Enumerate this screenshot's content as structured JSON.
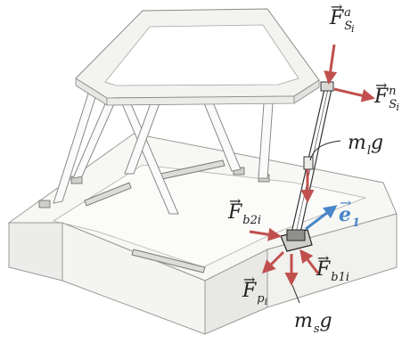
{
  "colors": {
    "force_arrow": "#c0504d",
    "unit_vector": "#4a86c8",
    "frame_fill": "#f3f3f0",
    "frame_stroke": "#8a8a8a",
    "strut_fill": "#fafafa",
    "base_fill": "#f5f5f2",
    "base_shadow": "#e4e4e0",
    "leader_line": "#222222"
  },
  "labels": {
    "f_s_a": {
      "main": "F",
      "sub": "S",
      "sub2": "i",
      "sup": "a"
    },
    "f_s_n": {
      "main": "F",
      "sub": "S",
      "sub2": "i",
      "sup": "n"
    },
    "m_l_g": {
      "main": "m",
      "sub": "l",
      "tail": "g"
    },
    "f_b2i": {
      "main": "F",
      "sub": "b2i"
    },
    "e_1": {
      "main": "e",
      "sub": "1"
    },
    "f_p_i": {
      "main": "F",
      "sub": "p",
      "sub2": "i"
    },
    "f_b1i": {
      "main": "F",
      "sub": "b1i"
    },
    "m_s_g": {
      "main": "m",
      "sub": "s",
      "tail": "g"
    },
    "vec_arrow_glyph": "→"
  }
}
